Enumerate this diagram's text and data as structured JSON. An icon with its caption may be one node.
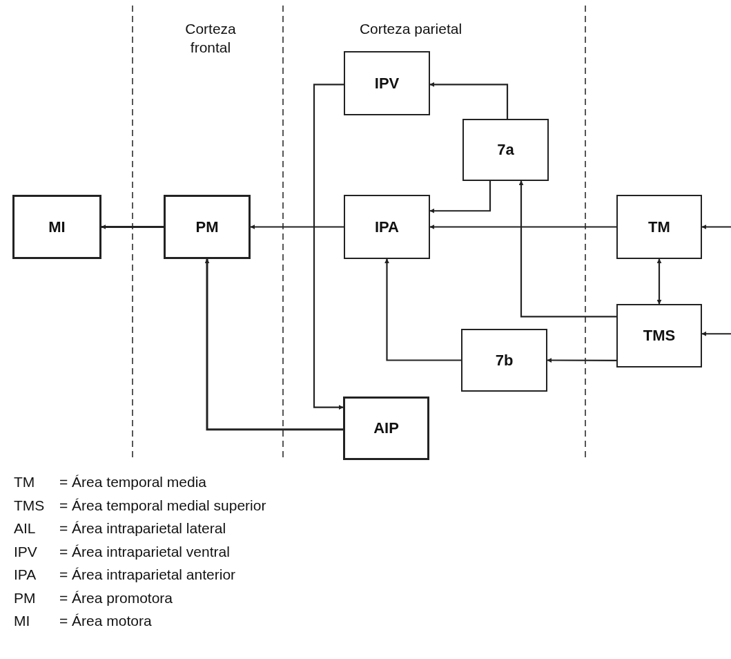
{
  "diagram": {
    "nodes": [
      {
        "text": [
          "MI"
        ]
      },
      {
        "text": [
          "PM"
        ]
      },
      {
        "text": [
          "IPV"
        ]
      },
      {
        "text": [
          "7a"
        ]
      },
      {
        "text": [
          "IPA"
        ]
      },
      {
        "text": [
          "TM"
        ]
      },
      {
        "text": [
          "TMS"
        ]
      },
      {
        "text": [
          "7b"
        ]
      },
      {
        "text": [
          "AIP"
        ]
      }
    ],
    "edges": [
      {
        "from": 1,
        "to": 0,
        "arrow": "to"
      },
      {
        "from": 4,
        "to": 1,
        "arrow": "to"
      },
      {
        "from": 5,
        "to": 4,
        "arrow": "to"
      },
      {
        "from": 3,
        "to": 4,
        "arrow": "to"
      },
      {
        "from": 3,
        "to": 2,
        "arrow": "to"
      },
      {
        "from": 6,
        "to": 3,
        "arrow": "to"
      },
      {
        "from": 5,
        "to": 6,
        "arrow": "both"
      },
      {
        "from": 6,
        "to": 7,
        "arrow": "to"
      },
      {
        "from": 7,
        "to": 4,
        "arrow": "to"
      },
      {
        "from": 2,
        "to": 8,
        "arrow": "to"
      },
      {
        "from": 8,
        "to": 1,
        "arrow": "to"
      },
      {
        "from": null,
        "to": 5,
        "arrow": "to"
      },
      {
        "from": null,
        "to": 6,
        "arrow": "to"
      }
    ],
    "labels": [
      "Corteza frontal",
      "Corteza parietal",
      "TM",
      "= Área temporal media",
      "TMS",
      "= Área temporal medial superior",
      "AIL",
      "= Área intraparietal lateral",
      "IPV",
      "= Área intraparietal ventral",
      "IPA",
      "= Área intraparietal anterior",
      "PM",
      "= Área promotora",
      "MI",
      "= Área motora"
    ]
  }
}
